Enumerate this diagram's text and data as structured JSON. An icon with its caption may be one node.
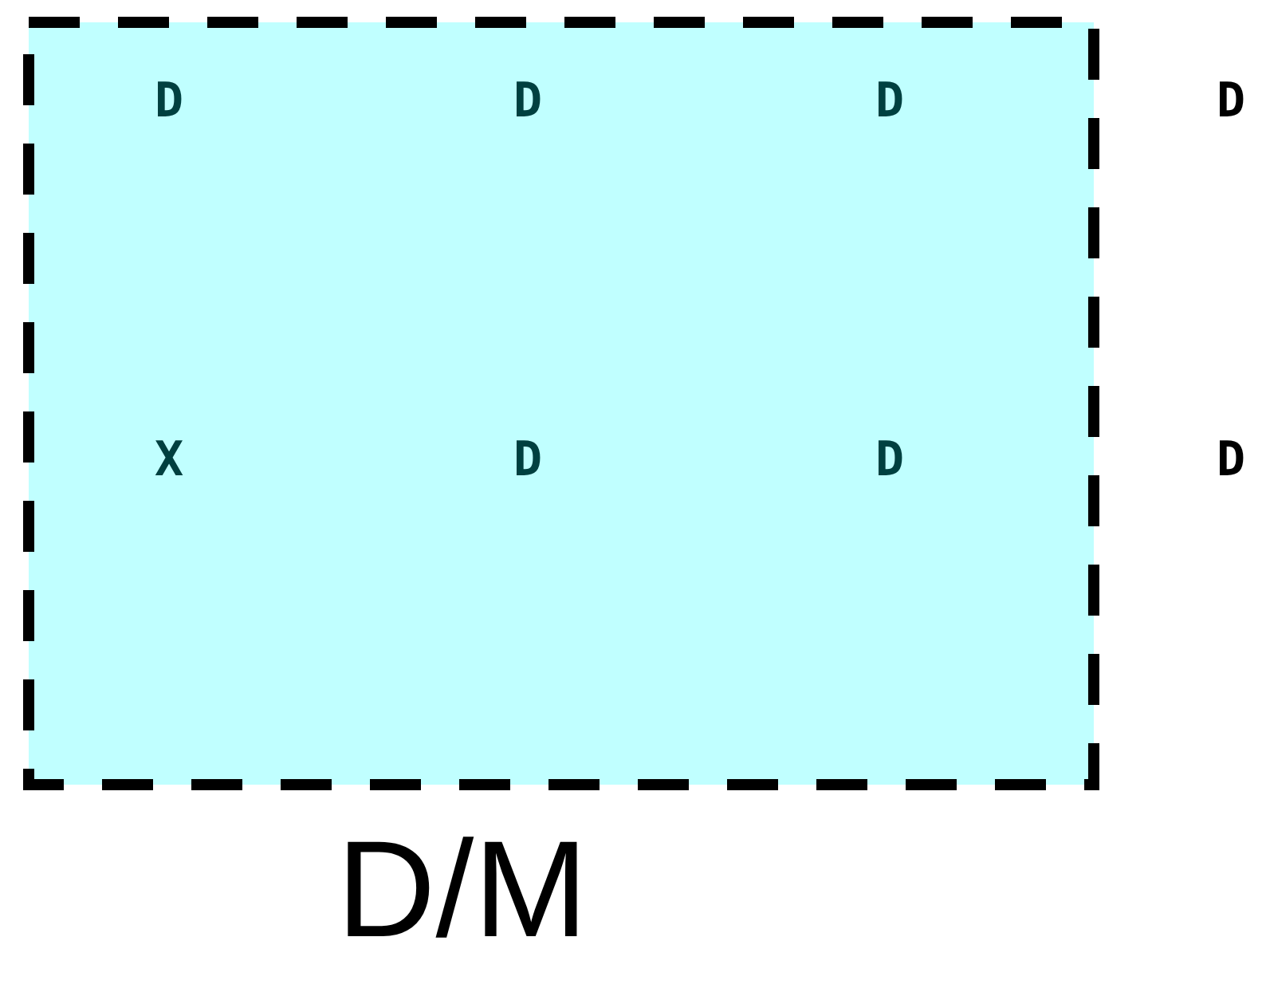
{
  "diagram": {
    "nodes": [
      {
        "text": [
          "D",
          "D",
          "D",
          "X",
          "D",
          "D"
        ]
      }
    ],
    "edges": [],
    "labels": [
      "D",
      "D",
      "D/M"
    ]
  }
}
